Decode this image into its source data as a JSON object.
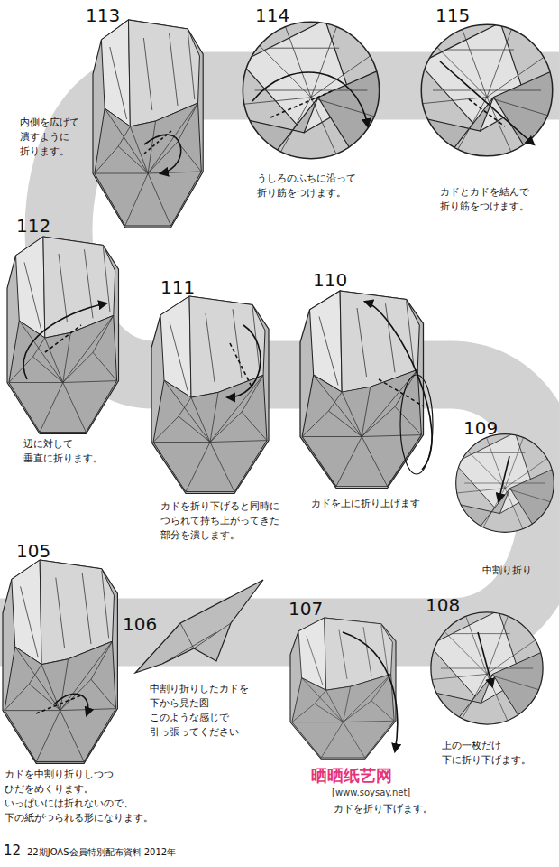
{
  "diagram": {
    "labels": [
      "113",
      "内側を広げて 潰すように 折ります。",
      "114",
      "うしろのふちに沿って 折り筋をつけます。",
      "115",
      "カドとカドを結んで 折り筋をつけます。",
      "112",
      "辺に対して 垂直に折ります。",
      "111",
      "カドを折り下げると同時に つられて持ち上がってきた 部分を潰します。",
      "110",
      "カドを上に折り上げます",
      "109",
      "中割り折り",
      "105",
      "カドを中割り折りしつつ ひだをめくります。 いっぱいには折れないので、 下の紙がつられる形になります。",
      "106",
      "中割り折りしたカドを 下から見た図 このような感じで 引っ張ってください",
      "107",
      "カドを折り下げます。",
      "108",
      "上の一枚だけ 下に折り下げます。",
      "晒晒纸艺网",
      "[www.soysay.net]",
      "12",
      "22期JOAS会員特別配布資料 2012年"
    ]
  }
}
